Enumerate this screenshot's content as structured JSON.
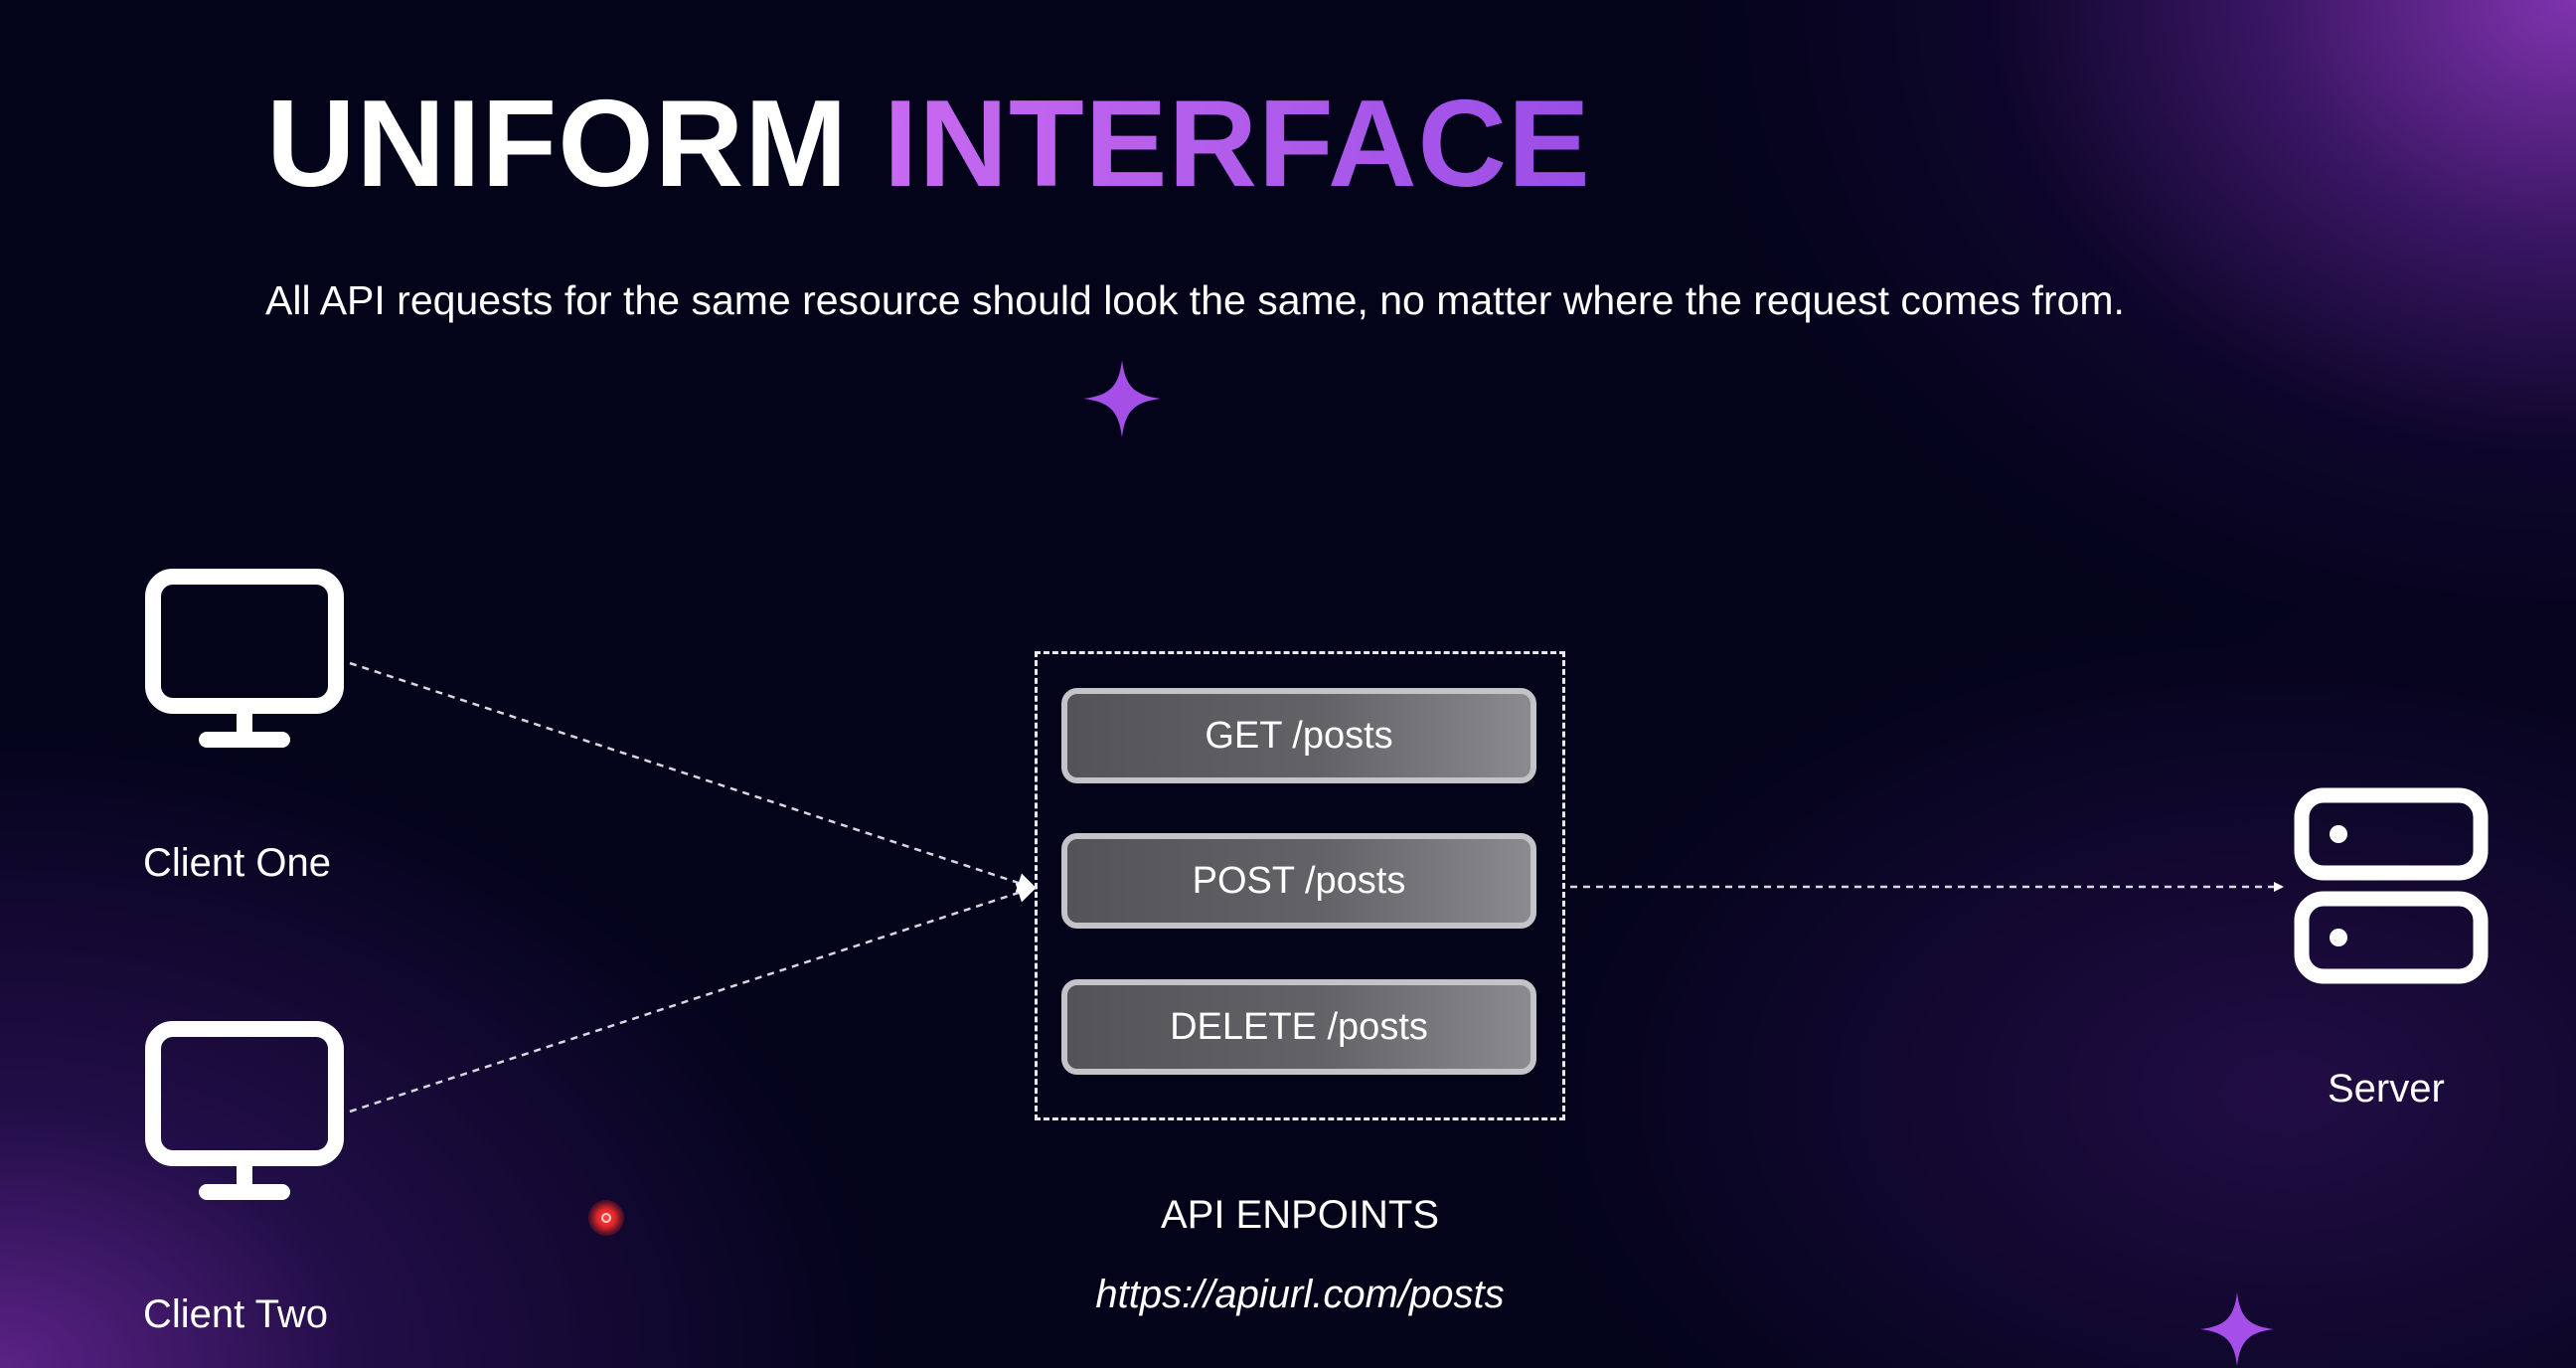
{
  "slide": {
    "title_primary": "UNIFORM",
    "title_accent": "INTERFACE",
    "subtitle": "All API requests for the same resource should look the same, no matter where the request comes from."
  },
  "clients": [
    {
      "label": "Client One",
      "icon": "monitor-icon"
    },
    {
      "label": "Client Two",
      "icon": "monitor-icon"
    }
  ],
  "endpoints": {
    "items": [
      {
        "label": "GET /posts"
      },
      {
        "label": "POST /posts"
      },
      {
        "label": "DELETE /posts"
      }
    ],
    "caption": "API ENPOINTS",
    "url": "https://apiurl.com/posts"
  },
  "server": {
    "label": "Server",
    "icon": "server-icon"
  },
  "colors": {
    "background": "#03031a",
    "accent": "#b35cf0",
    "sparkle": "#a64ee8",
    "endpoint_fill": "#5c5c60",
    "endpoint_border": "#c4c4c8",
    "cursor": "#e02828"
  }
}
